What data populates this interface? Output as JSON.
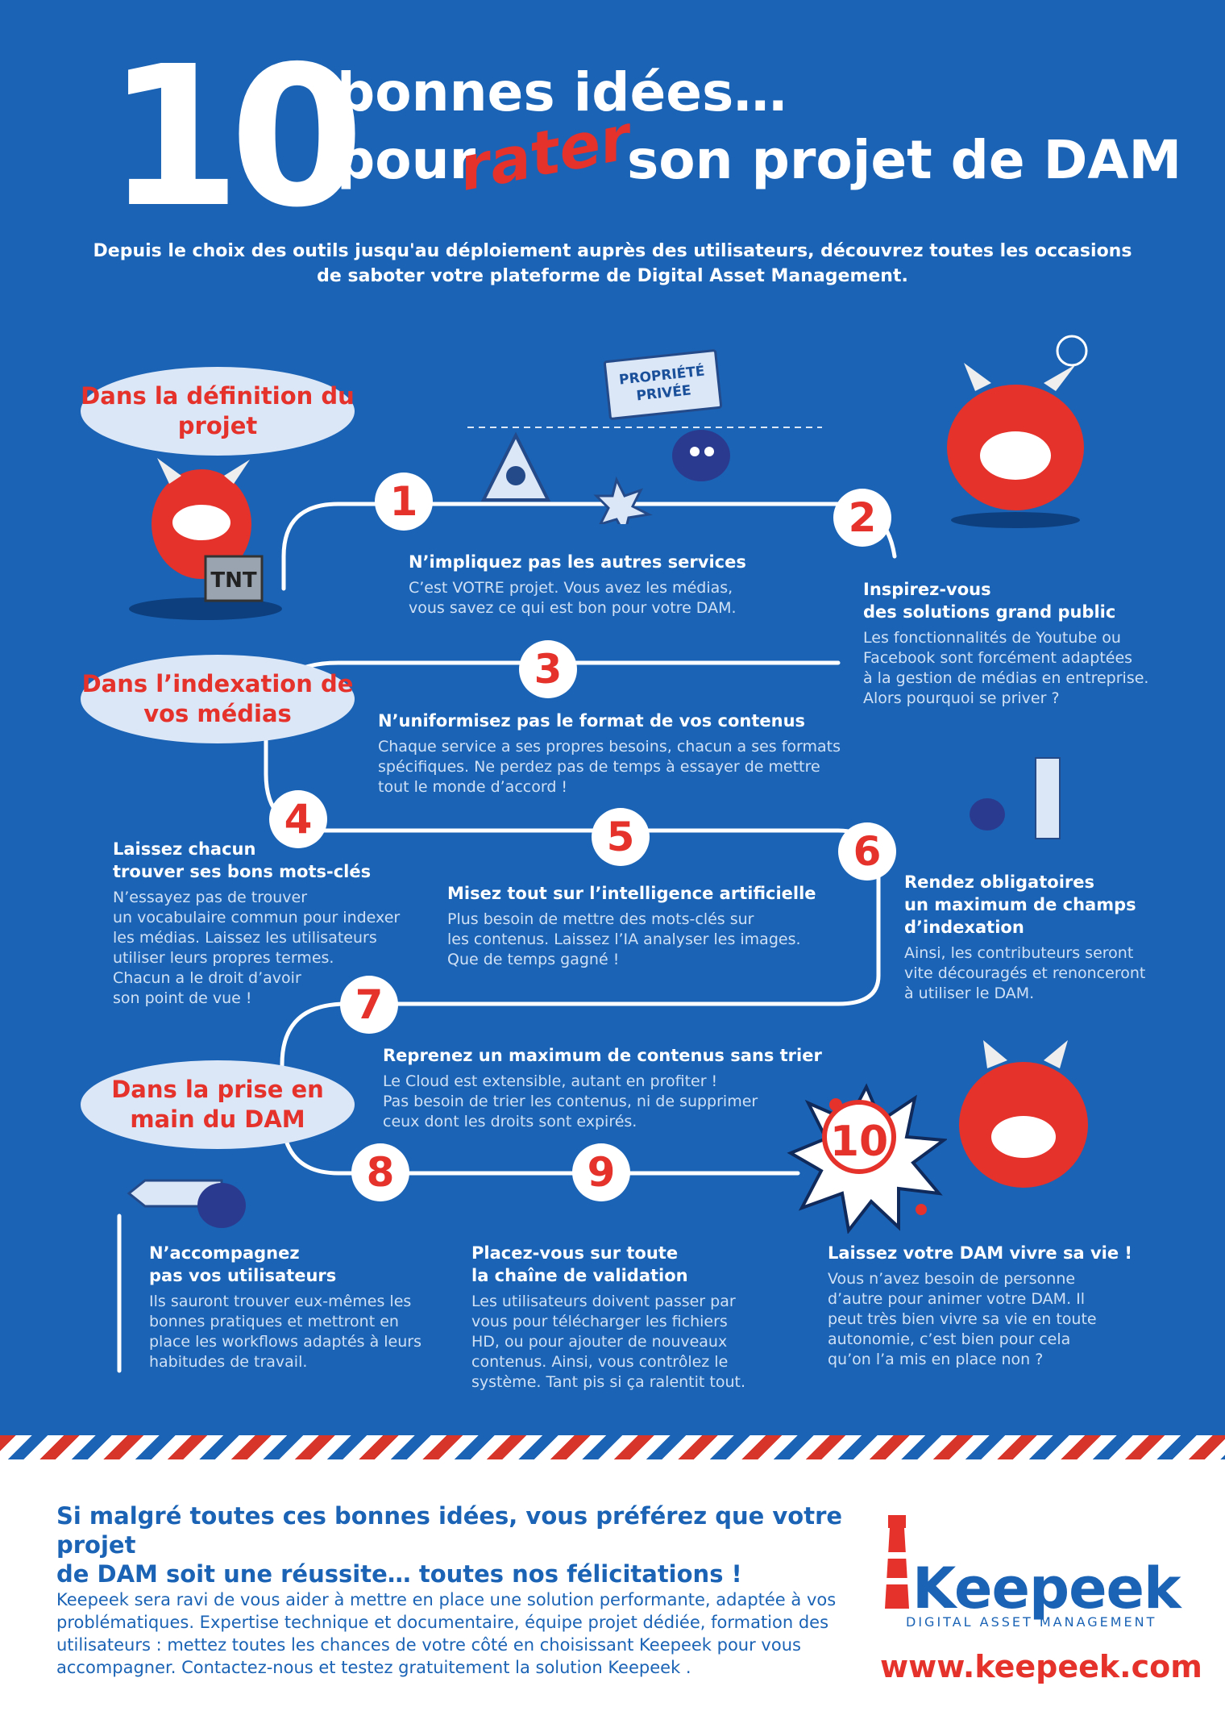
{
  "header": {
    "big_number": "10",
    "line1": "bonnes idées…",
    "line2_start": "pour",
    "line2_highlight": "rater",
    "line2_end": "son projet de DAM",
    "intro": "Depuis le choix des outils jusqu'au déploiement auprès des utilisateurs, découvrez toutes les occasions de saboter votre plateforme de Digital Asset Management."
  },
  "sections": [
    {
      "label": "Dans la définition du projet"
    },
    {
      "label": "Dans l’indexation de vos médias"
    },
    {
      "label": "Dans la prise en main du DAM"
    }
  ],
  "steps": [
    {
      "number": "1",
      "title": "N’impliquez pas les autres services",
      "text": "C’est VOTRE projet. Vous avez les médias,\nvous savez ce qui est bon pour votre DAM."
    },
    {
      "number": "2",
      "title": "Inspirez-vous\ndes solutions grand public",
      "text": "Les fonctionnalités de Youtube ou\nFacebook sont forcément adaptées\nà la gestion de médias en entreprise.\nAlors pourquoi se priver ?"
    },
    {
      "number": "3",
      "title": "N’uniformisez pas le format de vos contenus",
      "text": "Chaque service a ses propres besoins, chacun a ses formats\nspécifiques. Ne perdez pas de temps à essayer de mettre\ntout le monde d’accord !"
    },
    {
      "number": "4",
      "title": "Laissez chacun\ntrouver ses bons mots-clés",
      "text": "N’essayez pas de trouver\nun vocabulaire commun pour indexer\nles médias. Laissez les utilisateurs\nutiliser leurs propres termes.\nChacun a le droit d’avoir\nson point de vue !"
    },
    {
      "number": "5",
      "title": "Misez tout sur l’intelligence artificielle",
      "text": "Plus besoin de mettre des mots-clés sur\nles contenus. Laissez l’IA analyser les images.\nQue de temps gagné !"
    },
    {
      "number": "6",
      "title": "Rendez obligatoires\nun maximum de champs\nd’indexation",
      "text": "Ainsi, les contributeurs seront\nvite découragés et renonceront\nà utiliser le DAM."
    },
    {
      "number": "7",
      "title": "Reprenez un maximum de contenus sans trier",
      "text": "Le Cloud est extensible, autant en profiter !\nPas besoin de trier les contenus, ni de supprimer\nceux dont les droits sont expirés."
    },
    {
      "number": "8",
      "title": "N’accompagnez\npas vos utilisateurs",
      "text": "Ils sauront trouver eux-mêmes les\nbonnes pratiques et mettront en\nplace les workflows adaptés à leurs\nhabitudes de travail."
    },
    {
      "number": "9",
      "title": "Placez-vous sur toute\nla chaîne de validation",
      "text": "Les utilisateurs doivent passer par\nvous pour télécharger les fichiers\nHD, ou pour ajouter de nouveaux\ncontenus. Ainsi, vous contrôlez le\nsystème. Tant pis si ça ralentit tout."
    },
    {
      "number": "10",
      "title": "Laissez votre DAM vivre sa vie !",
      "text": "Vous n’avez besoin de personne\nd’autre pour animer votre DAM. Il\npeut très bien vivre sa vie en toute\nautonomie, c’est bien pour cela\nqu’on l’a mis en place non ?"
    }
  ],
  "illustrations": {
    "sign": "PROPRIÉTÉ\nPRIVÉE",
    "tnt": "TNT"
  },
  "footer": {
    "headline": "Si malgré toutes ces bonnes idées, vous préférez que votre projet\nde DAM soit une réussite… toutes nos félicitations !",
    "body": "Keepeek sera ravi de vous aider à mettre en place une solution performante, adaptée à vos problématiques. Expertise technique et documentaire, équipe projet dédiée, formation des utilisateurs : mettez toutes les chances de votre côté en choisissant Keepeek pour vous accompagner. Contactez-nous et testez gratuitement la solution Keepeek .",
    "logo_name": "Keepeek",
    "logo_tagline": "DIGITAL ASSET MANAGEMENT",
    "url": "www.keepeek.com"
  },
  "colors": {
    "blue": "#1a63b5",
    "red": "#e5322b",
    "bubble": "#dbe6f7"
  }
}
